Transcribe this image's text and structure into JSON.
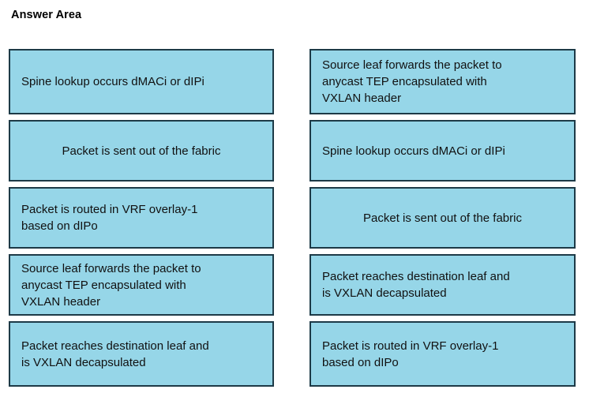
{
  "header": {
    "title": "Answer Area"
  },
  "theme": {
    "box_fill": "#96d6e8",
    "box_border": "#1d3a47",
    "page_background": "#ffffff",
    "text_color": "#111111"
  },
  "left_column": {
    "name": "unordered-options",
    "items": [
      {
        "label": "Spine lookup occurs dMACi or dIPi",
        "align": "left"
      },
      {
        "label": "Packet is sent out of the fabric",
        "align": "center"
      },
      {
        "label": "Packet is routed in VRF overlay-1\nbased on dIPo",
        "align": "left"
      },
      {
        "label": "Source leaf forwards the packet to\nanycast TEP encapsulated with\nVXLAN header",
        "align": "left"
      },
      {
        "label": "Packet reaches destination leaf and\nis VXLAN decapsulated",
        "align": "left"
      }
    ]
  },
  "right_column": {
    "name": "ordered-answers",
    "items": [
      {
        "label": "Source leaf forwards the packet to\nanycast TEP encapsulated with\nVXLAN header",
        "align": "left"
      },
      {
        "label": "Spine lookup occurs dMACi or dIPi",
        "align": "left"
      },
      {
        "label": "Packet is sent out of the fabric",
        "align": "center"
      },
      {
        "label": "Packet reaches destination leaf and\nis VXLAN decapsulated",
        "align": "left"
      },
      {
        "label": "Packet is routed in VRF overlay-1\nbased on dIPo",
        "align": "left"
      }
    ]
  }
}
